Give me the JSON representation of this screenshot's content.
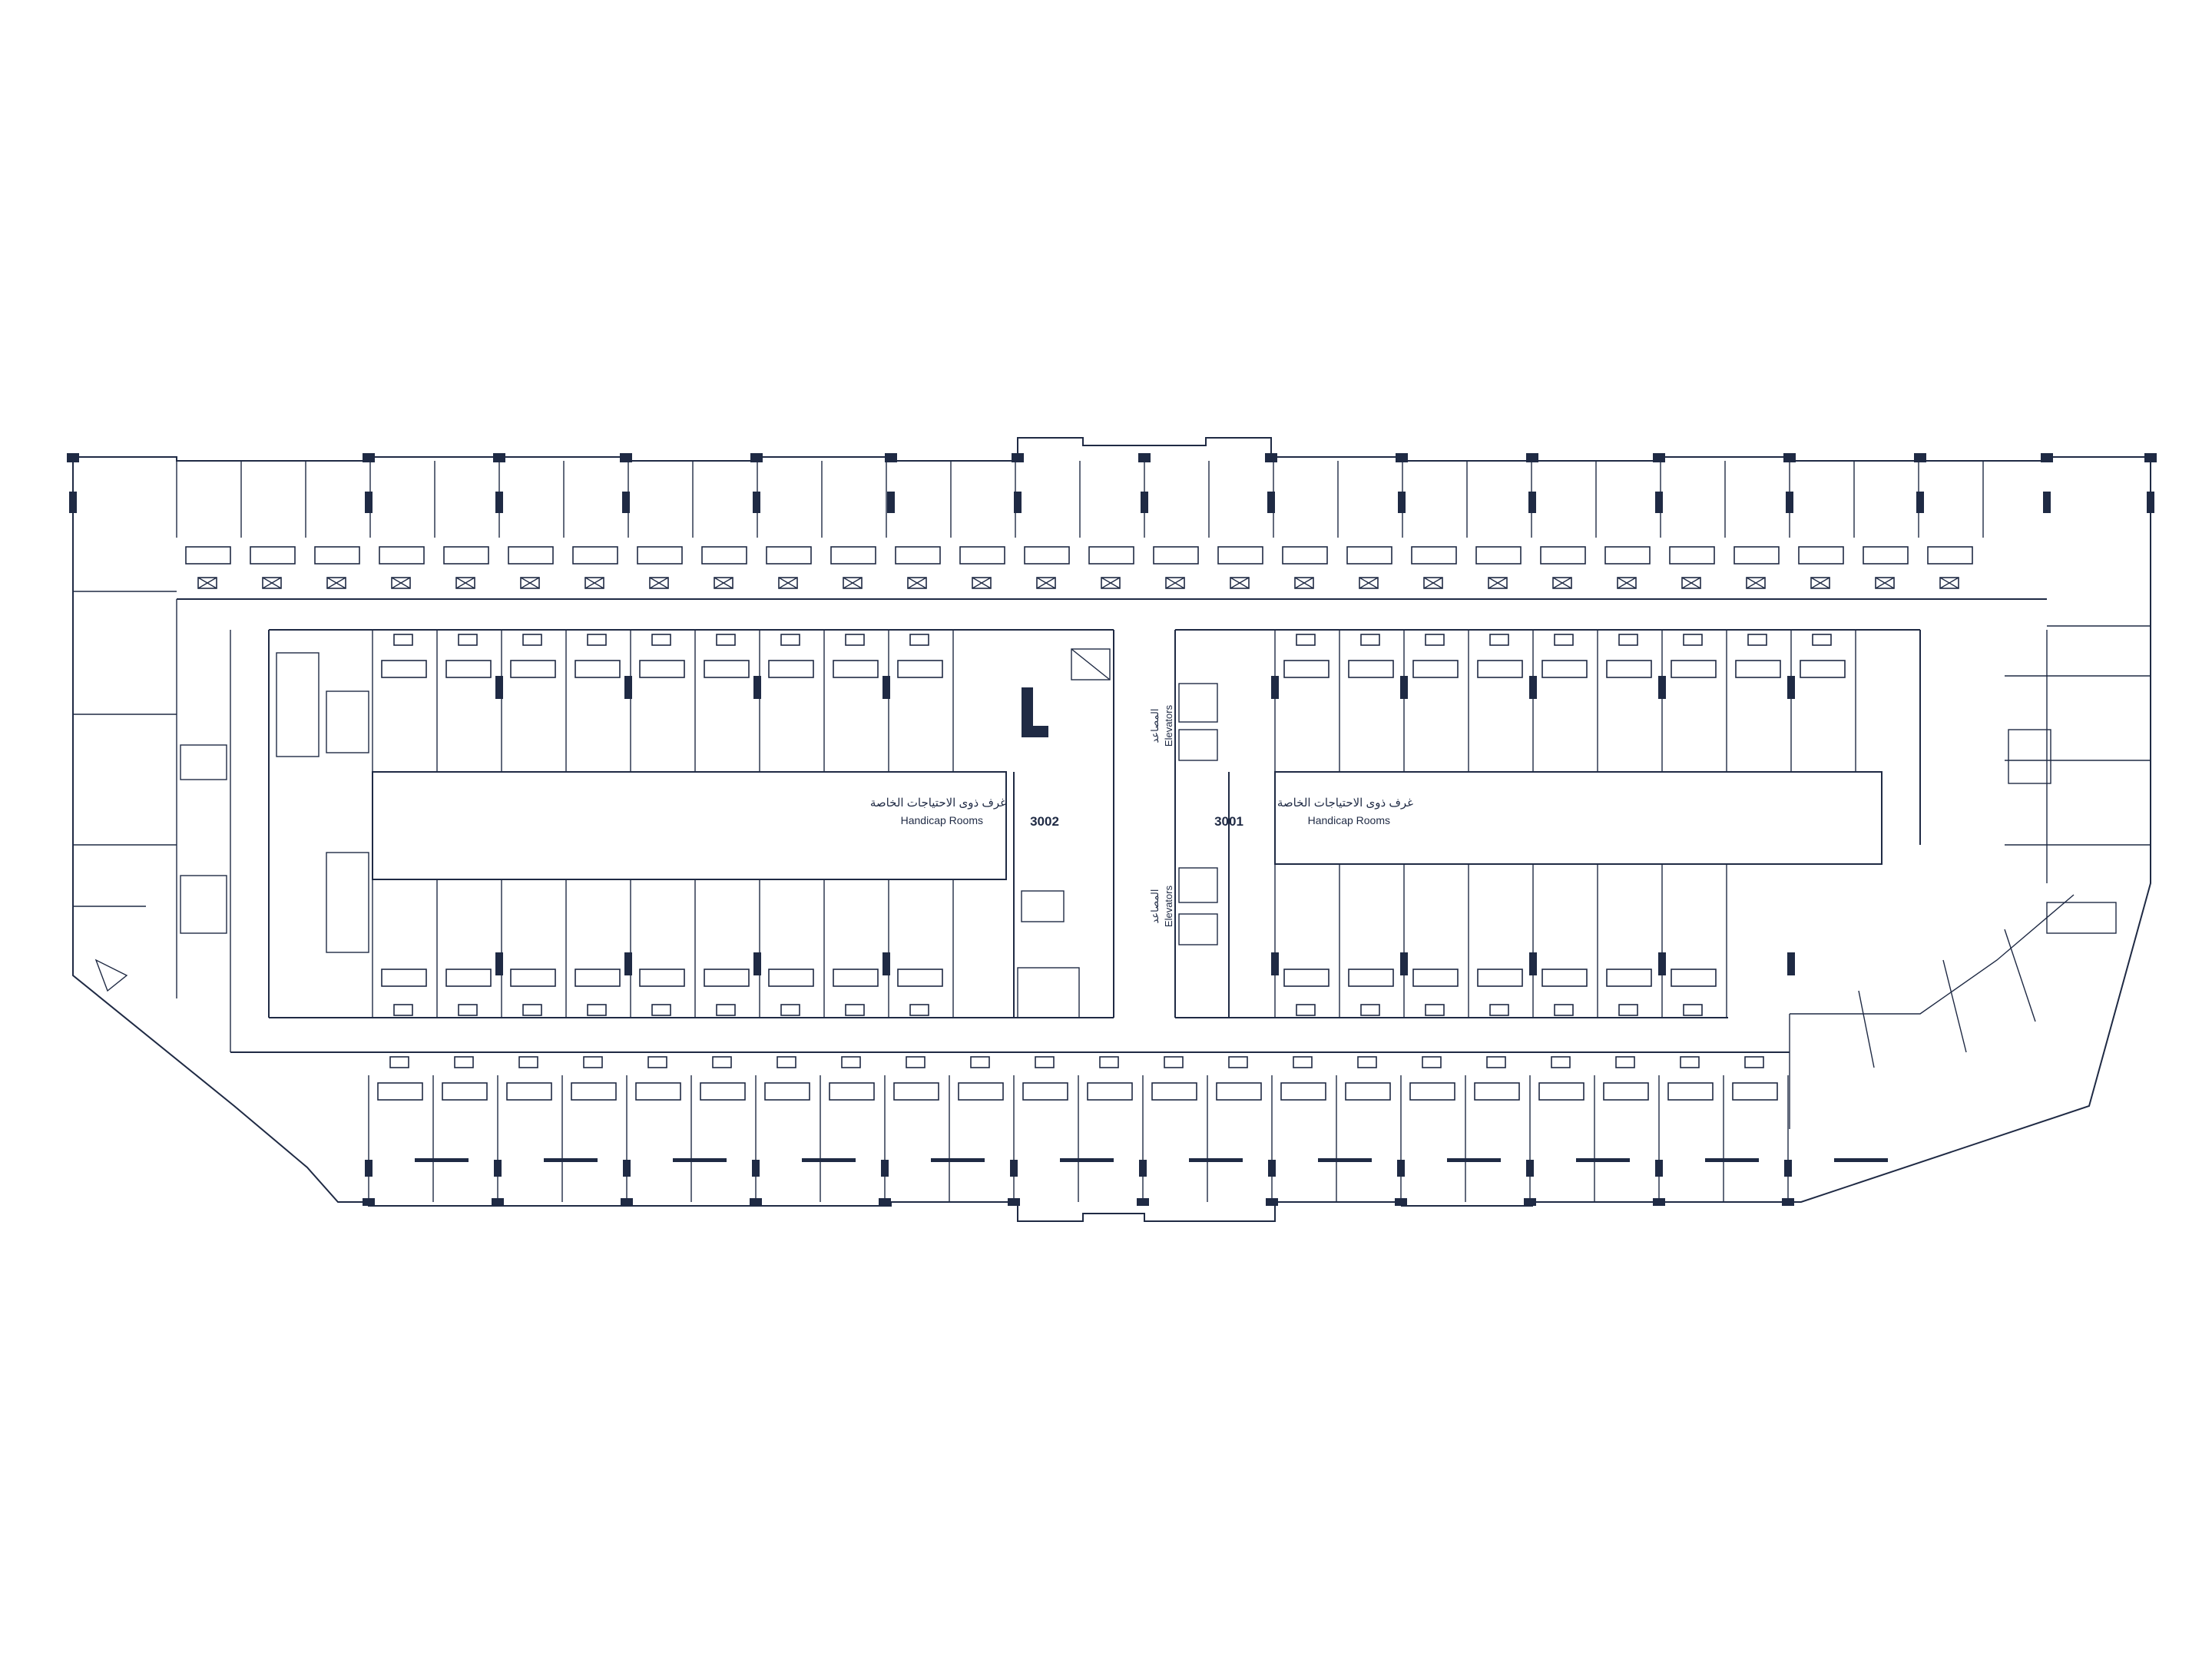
{
  "labels": {
    "room_left_number": "3002",
    "room_right_number": "3001",
    "handicap_ar": "غرف ذوى الاحتياجات الخاصة",
    "handicap_en": "Handicap Rooms",
    "elevators_ar": "المصاعد",
    "elevators_en": "Elevators"
  },
  "colors": {
    "wall": "#1f2a44",
    "column": "#1f2a44",
    "background": "#ffffff"
  }
}
